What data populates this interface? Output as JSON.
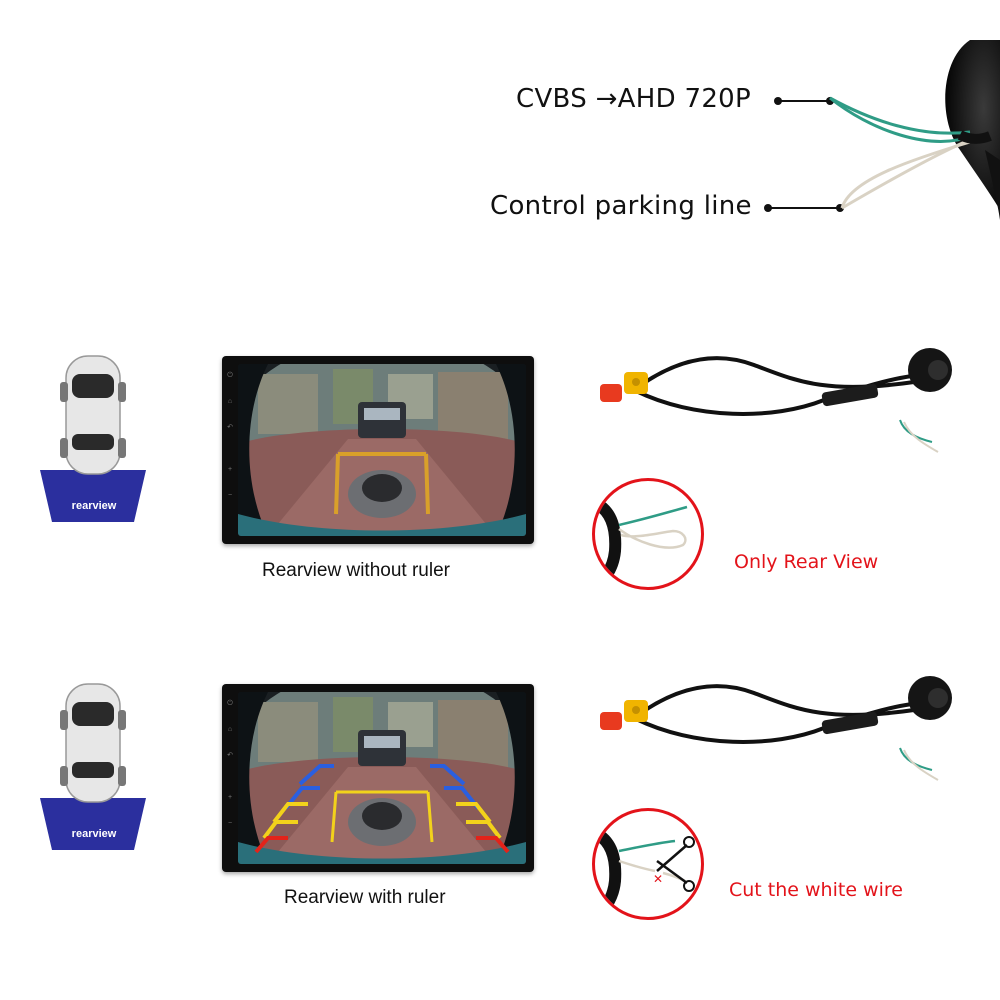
{
  "wires": {
    "video_label": "CVBS →AHD 720P",
    "parking_label": "Control parking line"
  },
  "rows": [
    {
      "badge_label": "rearview",
      "screen_caption": "Rearview without ruler",
      "instruction": "Only Rear View",
      "parking_lines": false,
      "wire_cut": false
    },
    {
      "badge_label": "rearview",
      "screen_caption": "Rearview with ruler",
      "instruction": "Cut the white wire",
      "parking_lines": true,
      "wire_cut": true
    }
  ],
  "colors": {
    "badge_blue": "#2b2f9e",
    "instruction_red": "#e3131a",
    "wire_green": "#2f9c86",
    "wire_white": "#d9d2c4",
    "guide_blue": "#2a5fe0",
    "guide_yellow": "#f2d21b",
    "guide_red": "#e3231a",
    "rca_red": "#e83a1f",
    "rca_yellow": "#f0b400"
  }
}
